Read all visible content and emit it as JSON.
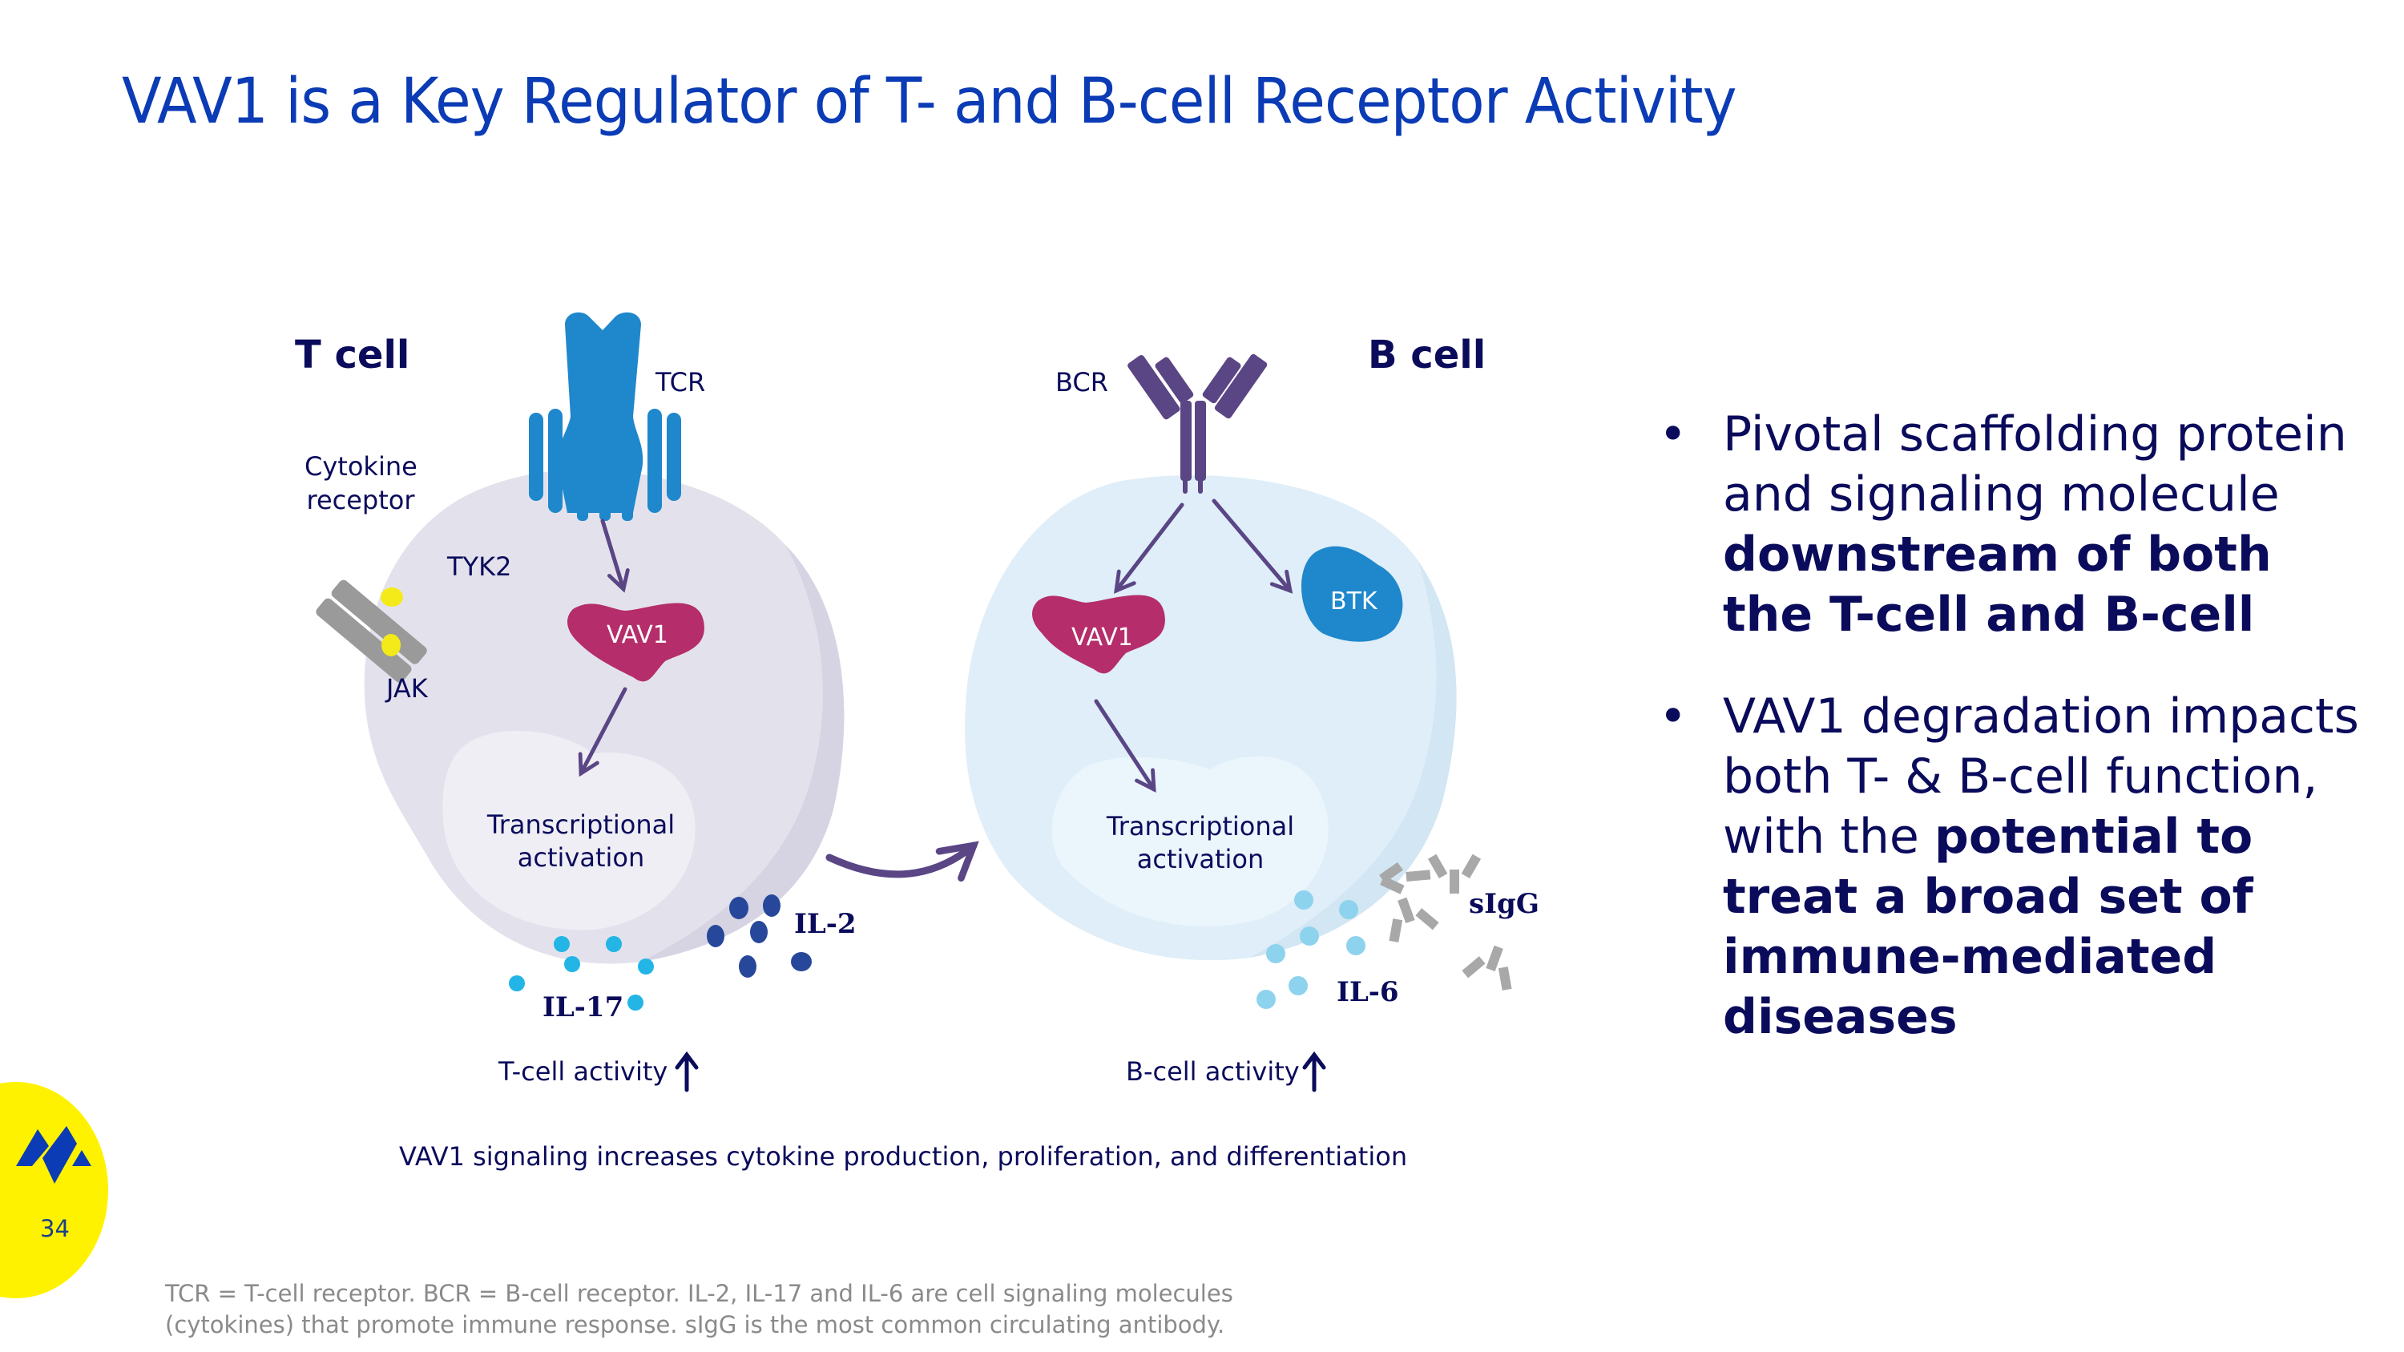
{
  "slide": {
    "title": "VAV1 is a Key Regulator of T- and B-cell Receptor Activity",
    "page_number": "34",
    "colors": {
      "title": "#0b3bb5",
      "text_navy": "#0b0b5c",
      "badge_yellow": "#fff200",
      "vav1_magenta": "#b52d6a",
      "receptor_blue": "#1f87cc",
      "bcr_purple": "#5a4585",
      "arrow_purple": "#5a4585",
      "t_cell_body": "#e3e2ec",
      "b_cell_body": "#dfeef8",
      "il17_cyan": "#22b5e6",
      "il2_navy": "#27479b",
      "il6_lightblue": "#8ed3ee",
      "jak_yellow": "#f4ea1a",
      "sigg_gray": "#a8a8a8"
    }
  },
  "diagram": {
    "t_cell": {
      "title": "T cell",
      "receptor_label": "TCR",
      "cytokine_receptor_label_line1": "Cytokine",
      "cytokine_receptor_label_line2": "receptor",
      "tyk2_label": "TYK2",
      "jak_label": "JAK",
      "vav1_label": "VAV1",
      "nucleus_label_line1": "Transcriptional",
      "nucleus_label_line2": "activation",
      "cytokine_1": "IL-2",
      "cytokine_2": "IL-17",
      "activity_label": "T-cell activity",
      "activity_direction": "up"
    },
    "b_cell": {
      "title": "B cell",
      "receptor_label": "BCR",
      "btk_label": "BTK",
      "vav1_label": "VAV1",
      "nucleus_label_line1": "Transcriptional",
      "nucleus_label_line2": "activation",
      "cytokine_1": "IL-6",
      "antibody_label": "sIgG",
      "activity_label": "B-cell activity",
      "activity_direction": "up"
    },
    "caption": "VAV1 signaling increases cytokine production, proliferation, and differentiation"
  },
  "bullets": [
    {
      "plain": "Pivotal scaffolding protein and signaling molecule ",
      "bold": "downstream of both the T-cell and B-cell"
    },
    {
      "plain": "VAV1 degradation impacts both T- & B-cell function, with the ",
      "bold": "potential to treat a broad set of immune-mediated diseases"
    }
  ],
  "footnote": {
    "line1": "TCR = T-cell receptor. BCR = B-cell receptor. IL-2, IL-17 and IL-6 are cell signaling molecules",
    "line2": "(cytokines) that promote immune response. sIgG is the most common circulating antibody."
  }
}
